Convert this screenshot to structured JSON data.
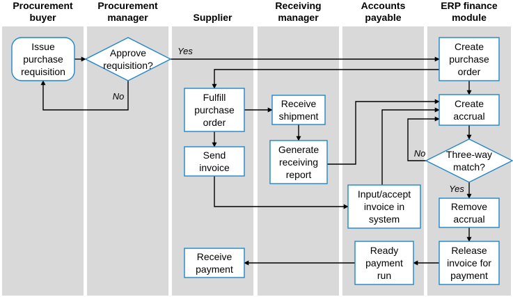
{
  "lanes": [
    {
      "id": "procurement-buyer",
      "label": [
        "Procurement",
        "buyer"
      ]
    },
    {
      "id": "procurement-manager",
      "label": [
        "Procurement",
        "manager"
      ]
    },
    {
      "id": "supplier",
      "label": [
        "Supplier"
      ]
    },
    {
      "id": "receiving-manager",
      "label": [
        "Receiving",
        "manager"
      ]
    },
    {
      "id": "accounts-payable",
      "label": [
        "Accounts",
        "payable"
      ]
    },
    {
      "id": "erp-finance-module",
      "label": [
        "ERP finance",
        "module"
      ]
    }
  ],
  "nodes": [
    {
      "id": "issue-purchase-requisition",
      "shape": "rounded",
      "lines": [
        "Issue",
        "purchase",
        "requisition"
      ]
    },
    {
      "id": "approve-requisition",
      "shape": "diamond",
      "lines": [
        "Approve",
        "requisition?"
      ]
    },
    {
      "id": "create-purchase-order",
      "shape": "rect",
      "lines": [
        "Create",
        "purchase",
        "order"
      ]
    },
    {
      "id": "fulfill-purchase-order",
      "shape": "rect",
      "lines": [
        "Fulfill",
        "purchase",
        "order"
      ]
    },
    {
      "id": "receive-shipment",
      "shape": "rect",
      "lines": [
        "Receive",
        "shipment"
      ]
    },
    {
      "id": "create-accrual",
      "shape": "rect",
      "lines": [
        "Create",
        "accrual"
      ]
    },
    {
      "id": "generate-receiving-report",
      "shape": "rect",
      "lines": [
        "Generate",
        "receiving",
        "report"
      ]
    },
    {
      "id": "send-invoice",
      "shape": "rect",
      "lines": [
        "Send",
        "invoice"
      ]
    },
    {
      "id": "three-way-match",
      "shape": "diamond",
      "lines": [
        "Three-way",
        "match?"
      ]
    },
    {
      "id": "input-accept-invoice",
      "shape": "rect",
      "lines": [
        "Input/accept",
        "invoice in",
        "system"
      ]
    },
    {
      "id": "remove-accrual",
      "shape": "rect",
      "lines": [
        "Remove",
        "accrual"
      ]
    },
    {
      "id": "receive-payment",
      "shape": "rect",
      "lines": [
        "Receive",
        "payment"
      ]
    },
    {
      "id": "ready-payment-run",
      "shape": "rect",
      "lines": [
        "Ready",
        "payment",
        "run"
      ]
    },
    {
      "id": "release-invoice-for-payment",
      "shape": "rect",
      "lines": [
        "Release",
        "invoice for",
        "payment"
      ]
    }
  ],
  "edges": [
    {
      "id": "issue-to-approve"
    },
    {
      "id": "approve-yes-to-create-po",
      "label": "Yes"
    },
    {
      "id": "approve-no-to-issue",
      "label": "No"
    },
    {
      "id": "create-po-to-fulfill"
    },
    {
      "id": "create-po-to-create-accrual"
    },
    {
      "id": "fulfill-to-receive-shipment"
    },
    {
      "id": "fulfill-to-send-invoice"
    },
    {
      "id": "receive-shipment-to-generate-report"
    },
    {
      "id": "generate-report-to-create-accrual"
    },
    {
      "id": "send-invoice-to-input-accept"
    },
    {
      "id": "input-accept-to-create-accrual"
    },
    {
      "id": "create-accrual-to-three-way-match"
    },
    {
      "id": "three-way-no-to-create-accrual",
      "label": "No"
    },
    {
      "id": "three-way-yes-to-remove-accrual",
      "label": "Yes"
    },
    {
      "id": "remove-accrual-to-release"
    },
    {
      "id": "release-to-ready-payment-run"
    },
    {
      "id": "ready-payment-run-to-receive-payment"
    }
  ]
}
